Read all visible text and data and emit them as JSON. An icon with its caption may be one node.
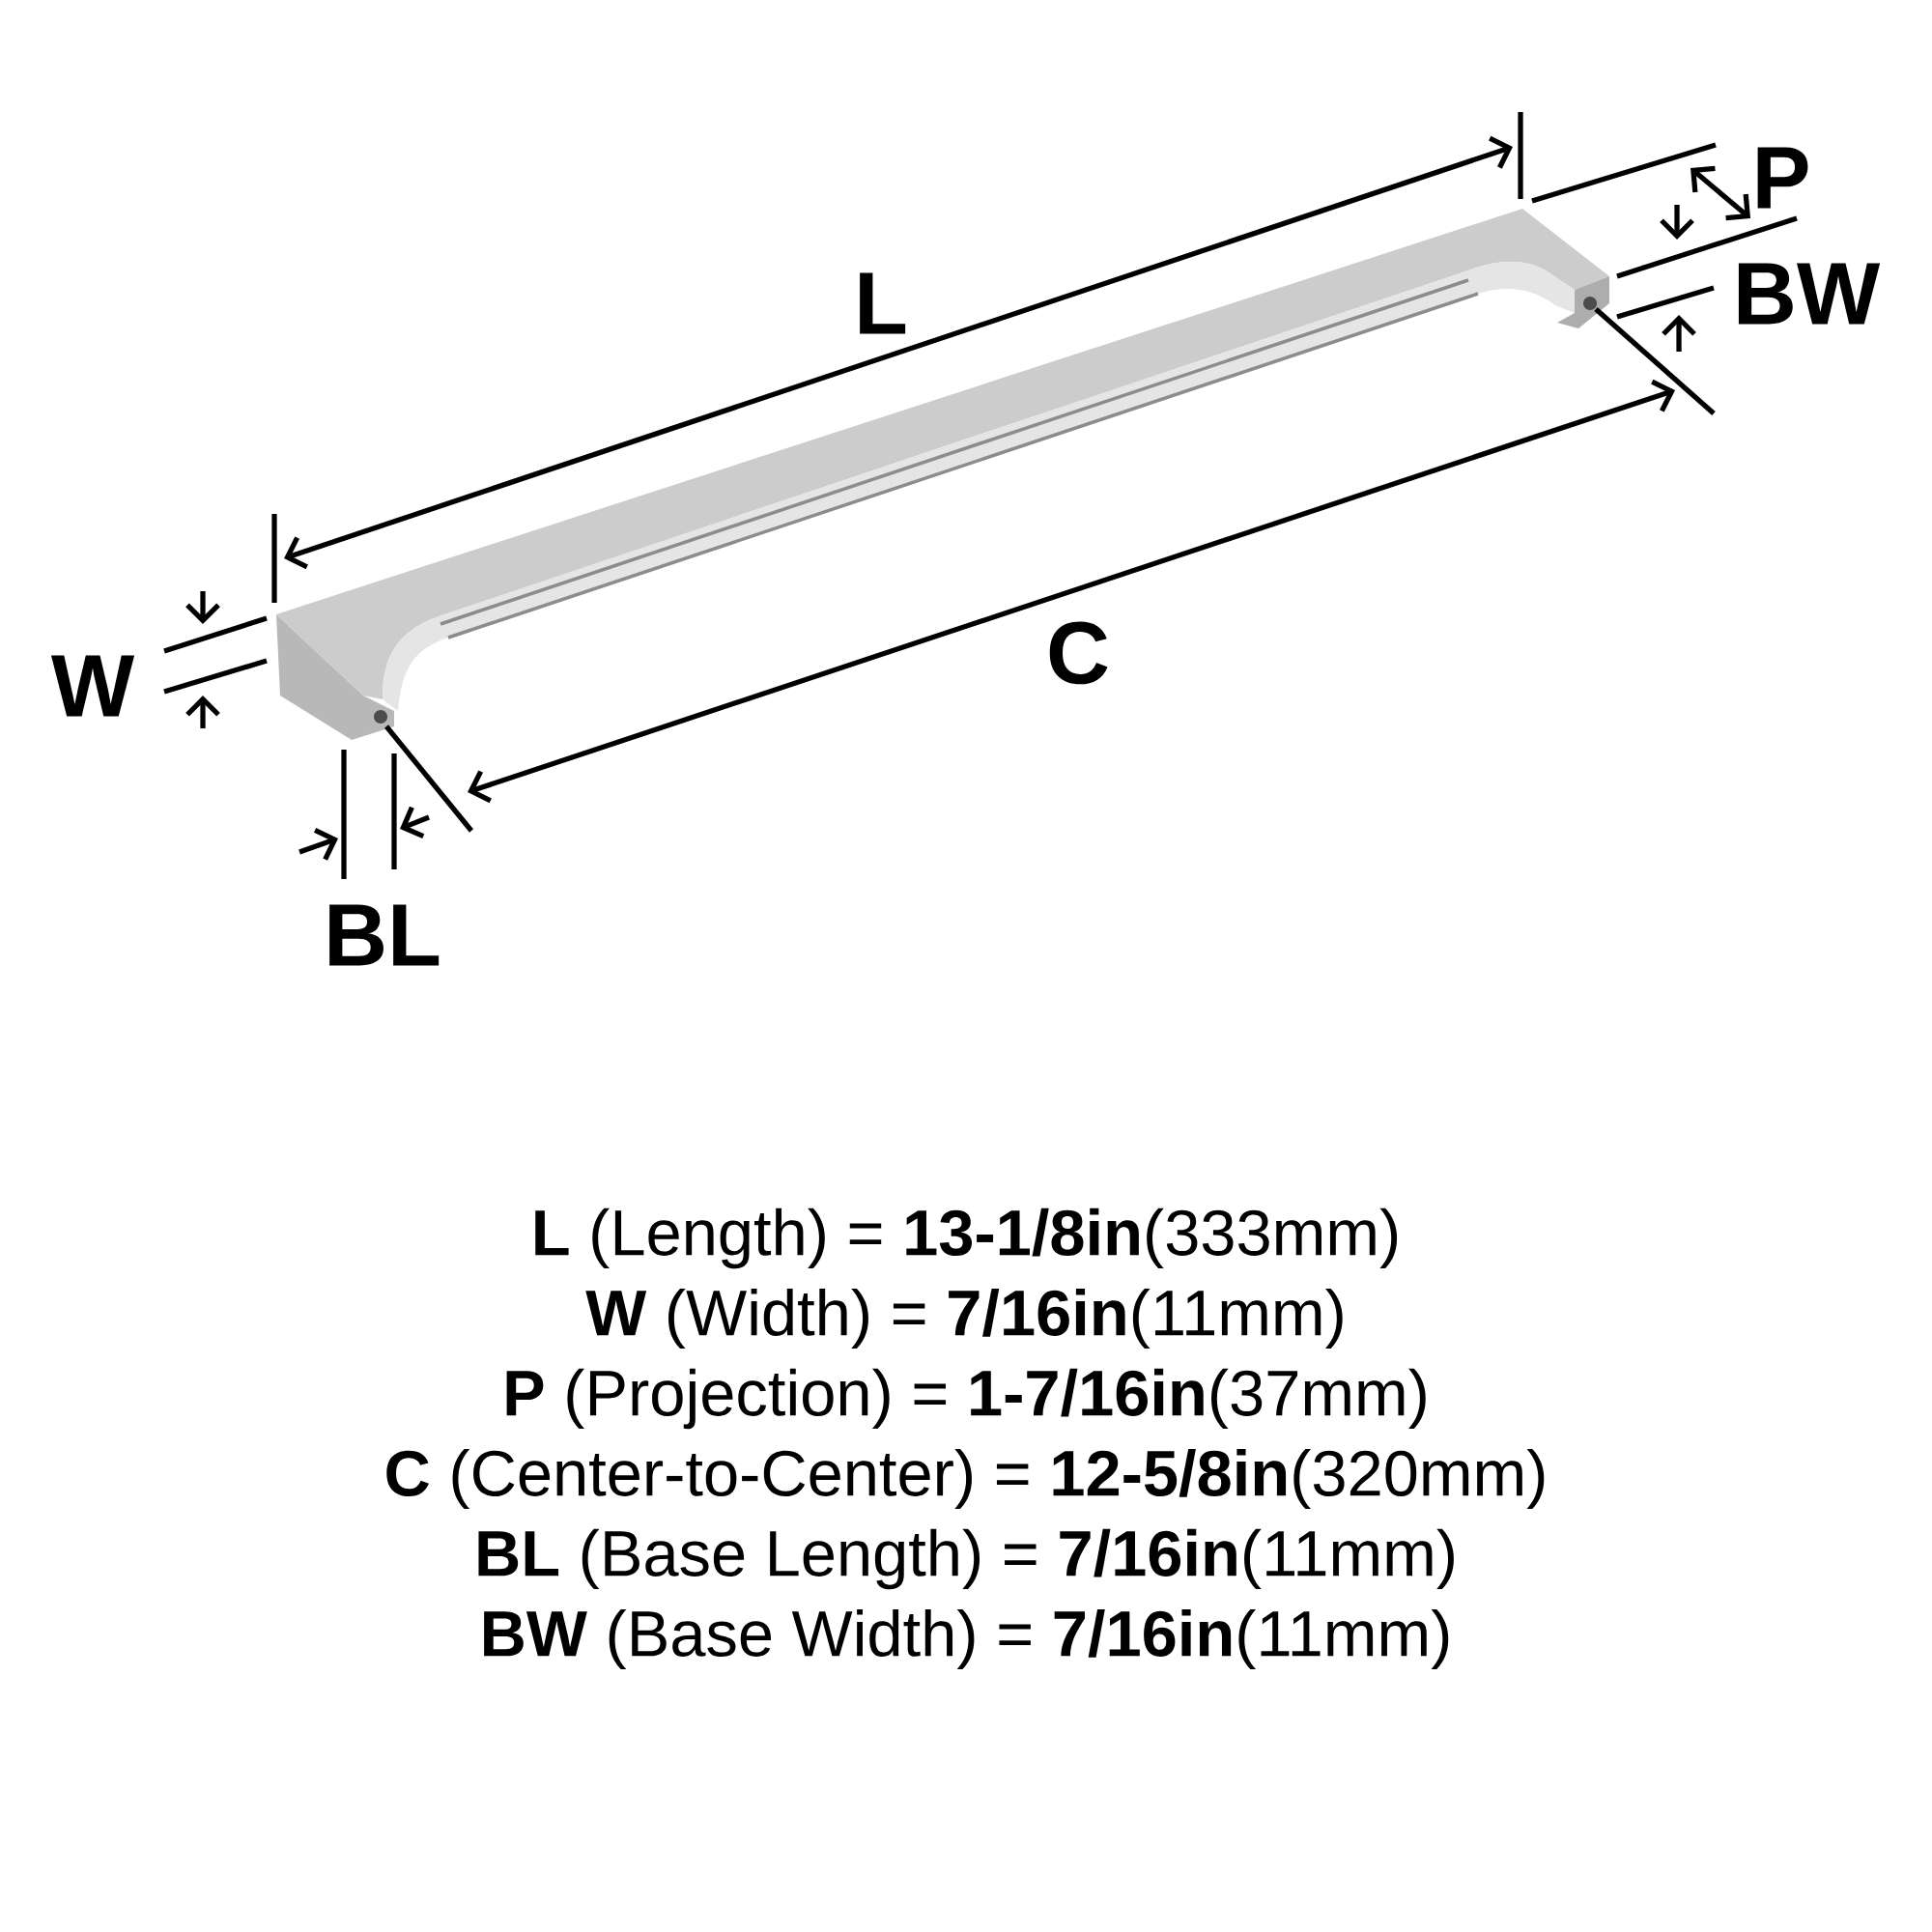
{
  "diagram": {
    "labels": [
      "P",
      "L",
      "BW",
      "C",
      "W",
      "BL",
      "**L** (Length) = **13-1/8in**(333mm)",
      "**W** (Width) = **7/16in**(11mm)",
      "**P** (Projection) = **1-7/16in**(37mm)",
      "**C** (Center-to-Center) = **12-5/8in**(320mm)",
      "**BL** (Base Length) = **7/16in**(11mm)",
      "**BW** (Base Width) = **7/16in**(11mm)"
    ]
  }
}
